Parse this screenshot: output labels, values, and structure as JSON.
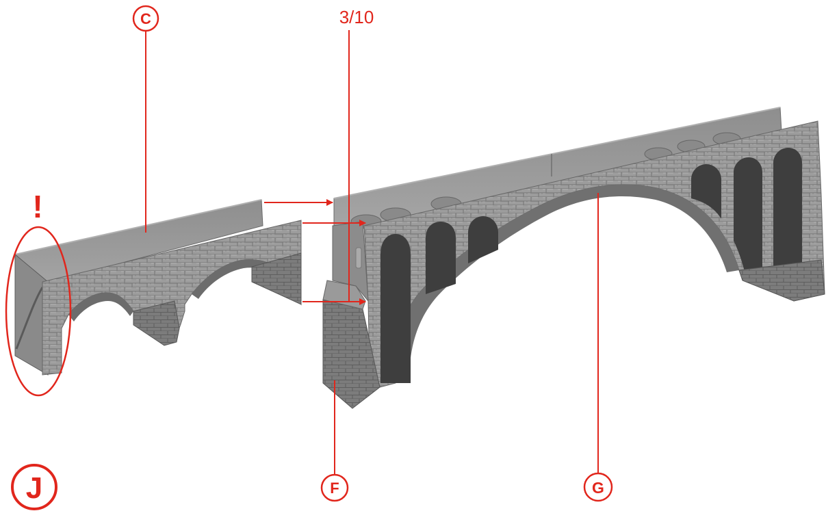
{
  "step": {
    "label": "J"
  },
  "parts": {
    "c": "C",
    "f": "F",
    "g": "G"
  },
  "quantity": "3/10",
  "warning": "!",
  "colors": {
    "accent": "#e1261c",
    "stone": "#9a9a9a",
    "stone_dark": "#6e6e6e",
    "stone_light": "#b8b8b8"
  }
}
